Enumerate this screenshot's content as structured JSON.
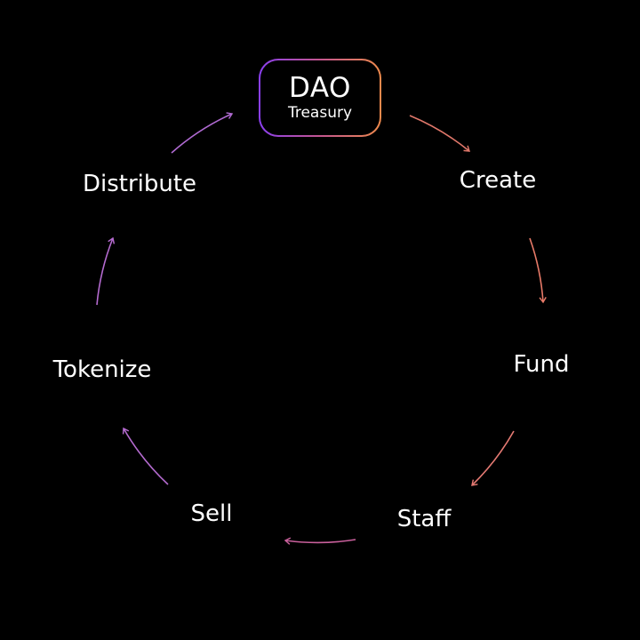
{
  "center": {
    "title": "DAO",
    "subtitle": "Treasury"
  },
  "nodes": [
    {
      "id": "create",
      "label": "Create"
    },
    {
      "id": "fund",
      "label": "Fund"
    },
    {
      "id": "staff",
      "label": "Staff"
    },
    {
      "id": "sell",
      "label": "Sell"
    },
    {
      "id": "tokenize",
      "label": "Tokenize"
    },
    {
      "id": "distribute",
      "label": "Distribute"
    }
  ],
  "colors": {
    "background": "#000000",
    "text": "#ffffff",
    "gradient_purple": "#8a3ff0",
    "gradient_pink": "#c4568f",
    "gradient_orange": "#ee8a4c",
    "arrow_create": "#e0776a",
    "arrow_fund": "#e87a68",
    "arrow_staff": "#e57a73",
    "arrow_sell": "#c9609c",
    "arrow_tokenize": "#b56bd0",
    "arrow_distribute": "#b06ad2"
  }
}
